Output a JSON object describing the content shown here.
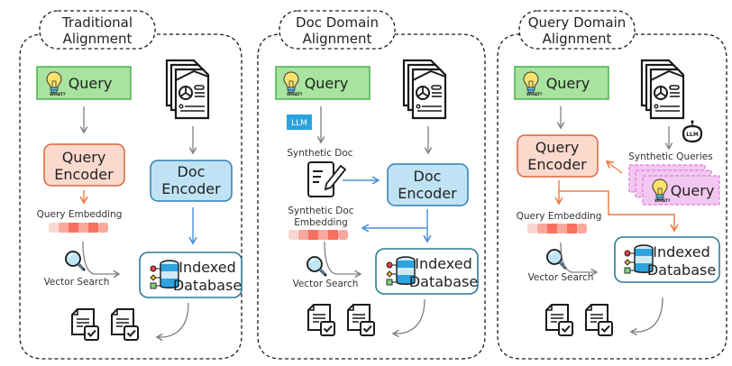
{
  "colors": {
    "query_fill": "#a9e3a0",
    "query_stroke": "#4caf50",
    "query_encoder_fill": "#fbd9cc",
    "query_encoder_stroke": "#d9663a",
    "doc_encoder_fill": "#bfe3f5",
    "doc_encoder_stroke": "#2f7fb5",
    "database_stroke": "#2e7a96",
    "gray_arrow": "#808080",
    "blue_arrow": "#4a90d9",
    "orange_arrow": "#f07a3e",
    "synthetic_query_fill": "#f3c8f0",
    "synthetic_query_stroke": "#e07be0",
    "llm_badge": "#2aa3dc",
    "embedding_cells": [
      "#f9d6d0",
      "#fba89c",
      "#f8705f",
      "#fba89c",
      "#f8705f",
      "#fba89c"
    ]
  },
  "panels": [
    {
      "title_line1": "Traditional",
      "title_line2": "Alignment",
      "query_label": "Query",
      "query_icon_caption": "WHAT?",
      "query_encoder_line1": "Query",
      "query_encoder_line2": "Encoder",
      "doc_encoder_line1": "Doc",
      "doc_encoder_line2": "Encoder",
      "embedding_label": "Query Embedding",
      "vector_search_label": "Vector Search",
      "database_line1": "Indexed",
      "database_line2": "Database"
    },
    {
      "title_line1": "Doc Domain",
      "title_line2": "Alignment",
      "query_label": "Query",
      "query_icon_caption": "WHAT?",
      "llm_badge": "LLM",
      "synthetic_doc_label": "Synthetic Doc",
      "doc_encoder_line1": "Doc",
      "doc_encoder_line2": "Encoder",
      "embedding_label_line1": "Synthetic Doc",
      "embedding_label_line2": "Embedding",
      "vector_search_label": "Vector Search",
      "database_line1": "Indexed",
      "database_line2": "Database"
    },
    {
      "title_line1": "Query Domain",
      "title_line2": "Alignment",
      "query_label": "Query",
      "query_icon_caption": "WHAT?",
      "query_encoder_line1": "Query",
      "query_encoder_line2": "Encoder",
      "llm_robot_label": "LLM",
      "synthetic_queries_label": "Synthetic Queries",
      "synthetic_query_label": "Query",
      "embedding_label": "Query Embedding",
      "vector_search_label": "Vector Search",
      "database_line1": "Indexed",
      "database_line2": "Database"
    }
  ]
}
